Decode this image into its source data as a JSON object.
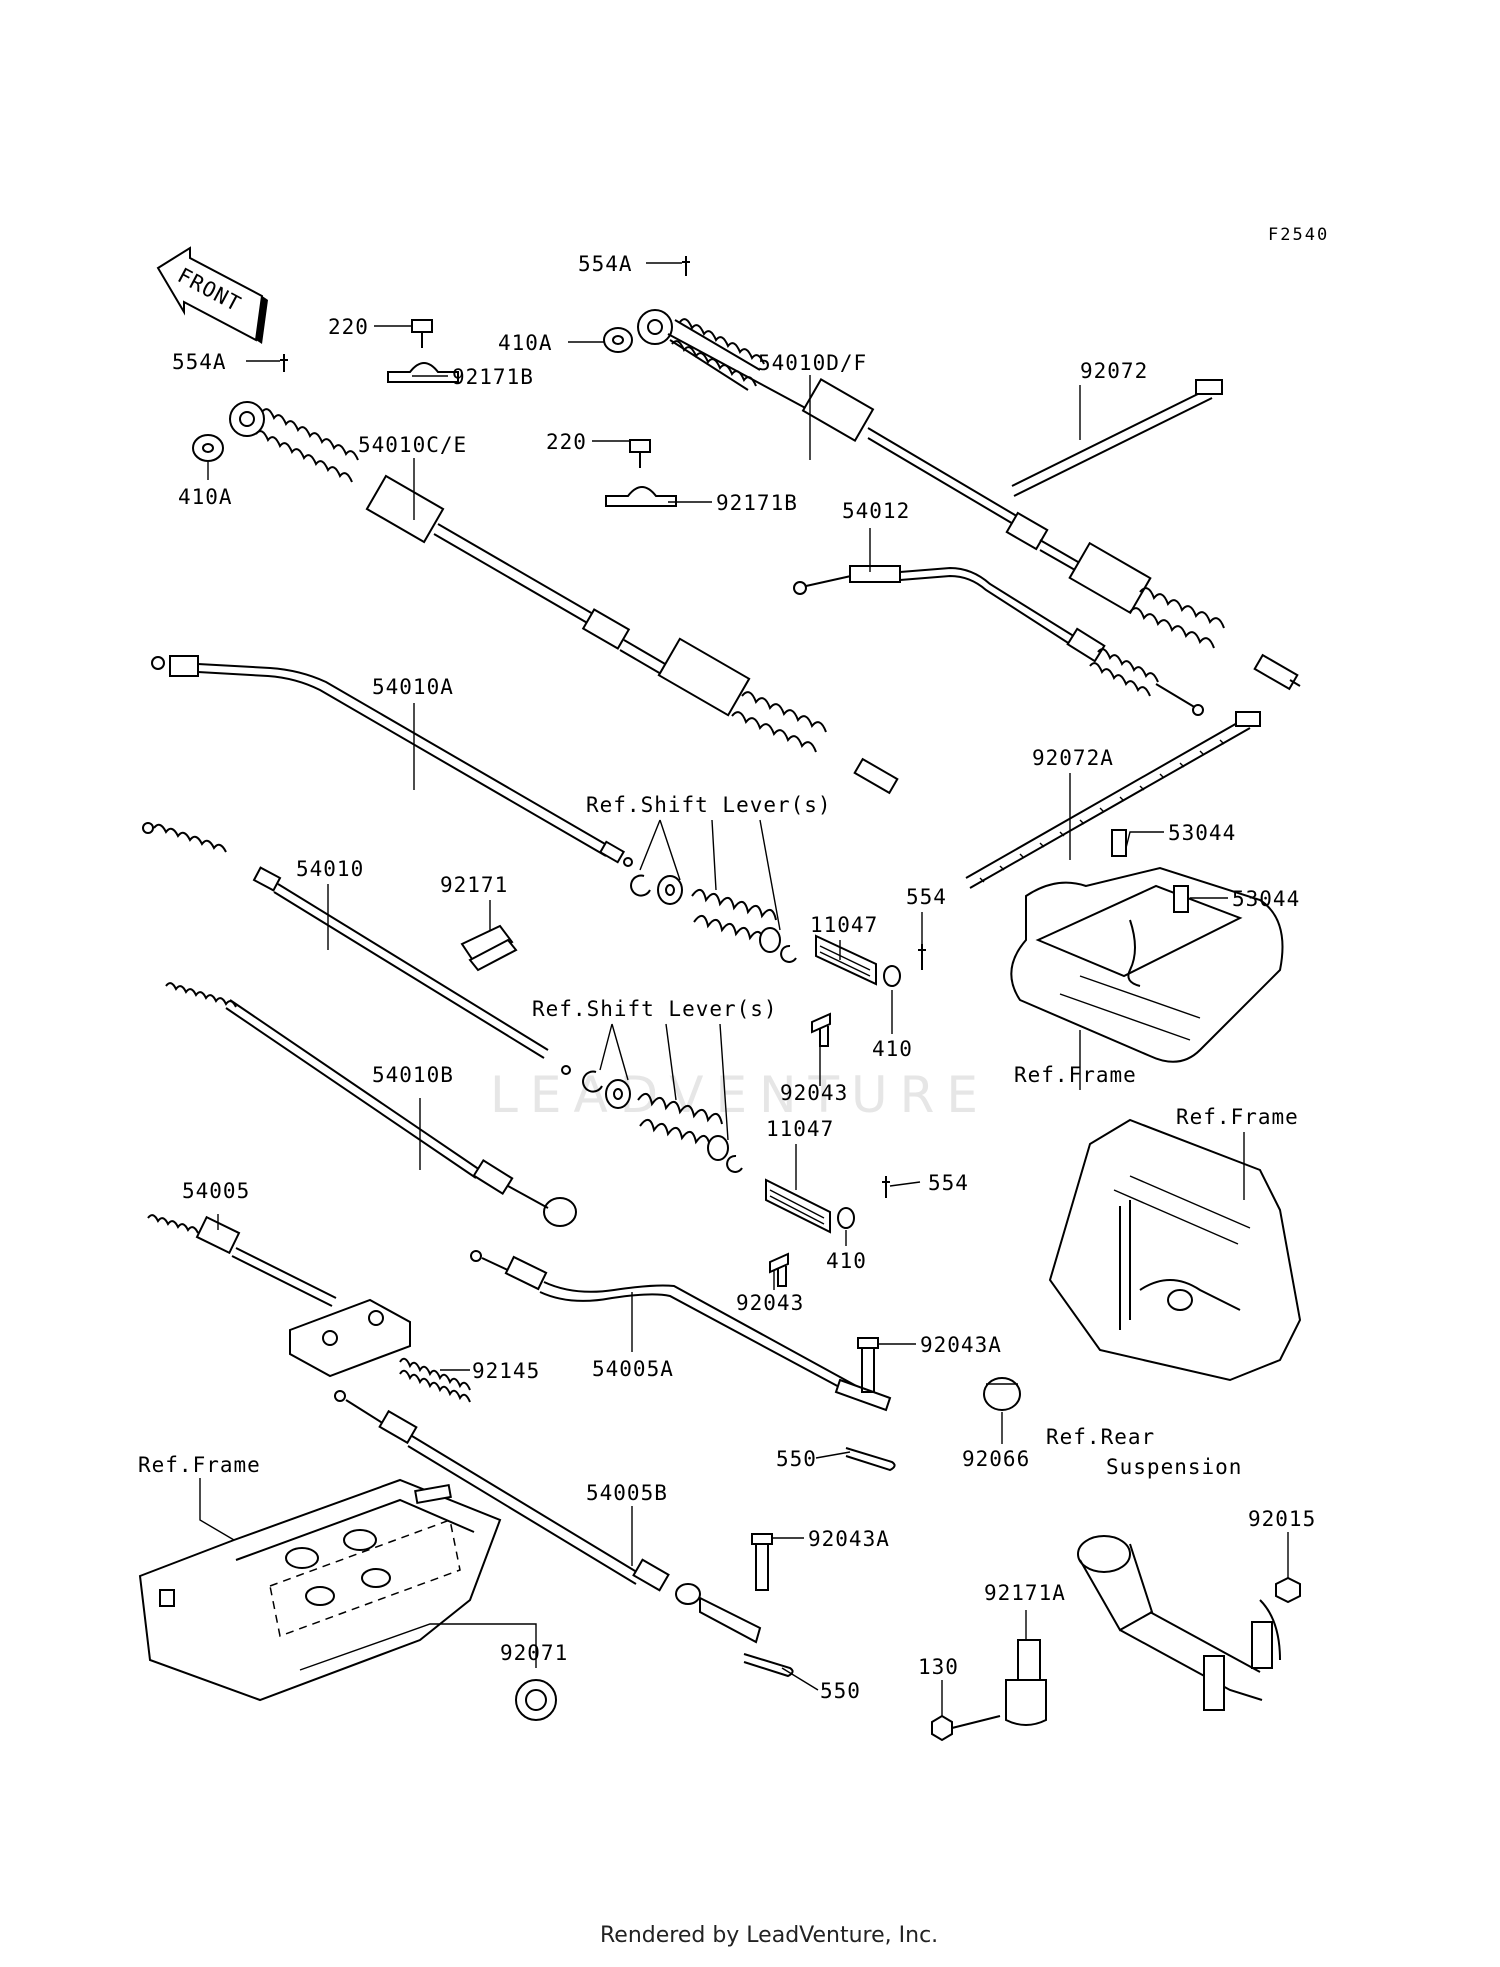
{
  "diagram": {
    "code": "F2540",
    "front_label": "FRONT",
    "watermark": "LEADVENTURE",
    "footer": "Rendered by LeadVenture, Inc.",
    "labels": [
      {
        "id": "l554a_top",
        "text": "554A"
      },
      {
        "id": "l554a_left",
        "text": "554A"
      },
      {
        "id": "l220_a",
        "text": "220"
      },
      {
        "id": "l92171b_a",
        "text": "92171B"
      },
      {
        "id": "l410a_top",
        "text": "410A"
      },
      {
        "id": "l54010df",
        "text": "54010D/F"
      },
      {
        "id": "l410a_left",
        "text": "410A"
      },
      {
        "id": "l54010ce",
        "text": "54010C/E"
      },
      {
        "id": "l220_b",
        "text": "220"
      },
      {
        "id": "l92171b_b",
        "text": "92171B"
      },
      {
        "id": "l92072",
        "text": "92072"
      },
      {
        "id": "l54012",
        "text": "54012"
      },
      {
        "id": "l54010a",
        "text": "54010A"
      },
      {
        "id": "l92072a",
        "text": "92072A"
      },
      {
        "id": "lshift1",
        "text": "Ref.Shift Lever(s)"
      },
      {
        "id": "l53044_a",
        "text": "53044"
      },
      {
        "id": "l53044_b",
        "text": "53044"
      },
      {
        "id": "l54010",
        "text": "54010"
      },
      {
        "id": "l92171",
        "text": "92171"
      },
      {
        "id": "l554_a",
        "text": "554"
      },
      {
        "id": "l11047_a",
        "text": "11047"
      },
      {
        "id": "l410_a",
        "text": "410"
      },
      {
        "id": "lshift2",
        "text": "Ref.Shift Lever(s)"
      },
      {
        "id": "l92043_a",
        "text": "92043"
      },
      {
        "id": "lframe1",
        "text": "Ref.Frame"
      },
      {
        "id": "l54010b",
        "text": "54010B"
      },
      {
        "id": "lframe2",
        "text": "Ref.Frame"
      },
      {
        "id": "l11047_b",
        "text": "11047"
      },
      {
        "id": "l554_b",
        "text": "554"
      },
      {
        "id": "l54005",
        "text": "54005"
      },
      {
        "id": "l410_b",
        "text": "410"
      },
      {
        "id": "l92043_b",
        "text": "92043"
      },
      {
        "id": "l92043a_a",
        "text": "92043A"
      },
      {
        "id": "l92145",
        "text": "92145"
      },
      {
        "id": "l54005a",
        "text": "54005A"
      },
      {
        "id": "l550_a",
        "text": "550"
      },
      {
        "id": "l92066",
        "text": "92066"
      },
      {
        "id": "lrearsusp1",
        "text": "Ref.Rear"
      },
      {
        "id": "lrearsusp2",
        "text": "Suspension"
      },
      {
        "id": "lframe3",
        "text": "Ref.Frame"
      },
      {
        "id": "l54005b",
        "text": "54005B"
      },
      {
        "id": "l92043a_b",
        "text": "92043A"
      },
      {
        "id": "l92015",
        "text": "92015"
      },
      {
        "id": "l92171a",
        "text": "92171A"
      },
      {
        "id": "l130",
        "text": "130"
      },
      {
        "id": "l92071",
        "text": "92071"
      },
      {
        "id": "l550_b",
        "text": "550"
      }
    ]
  }
}
